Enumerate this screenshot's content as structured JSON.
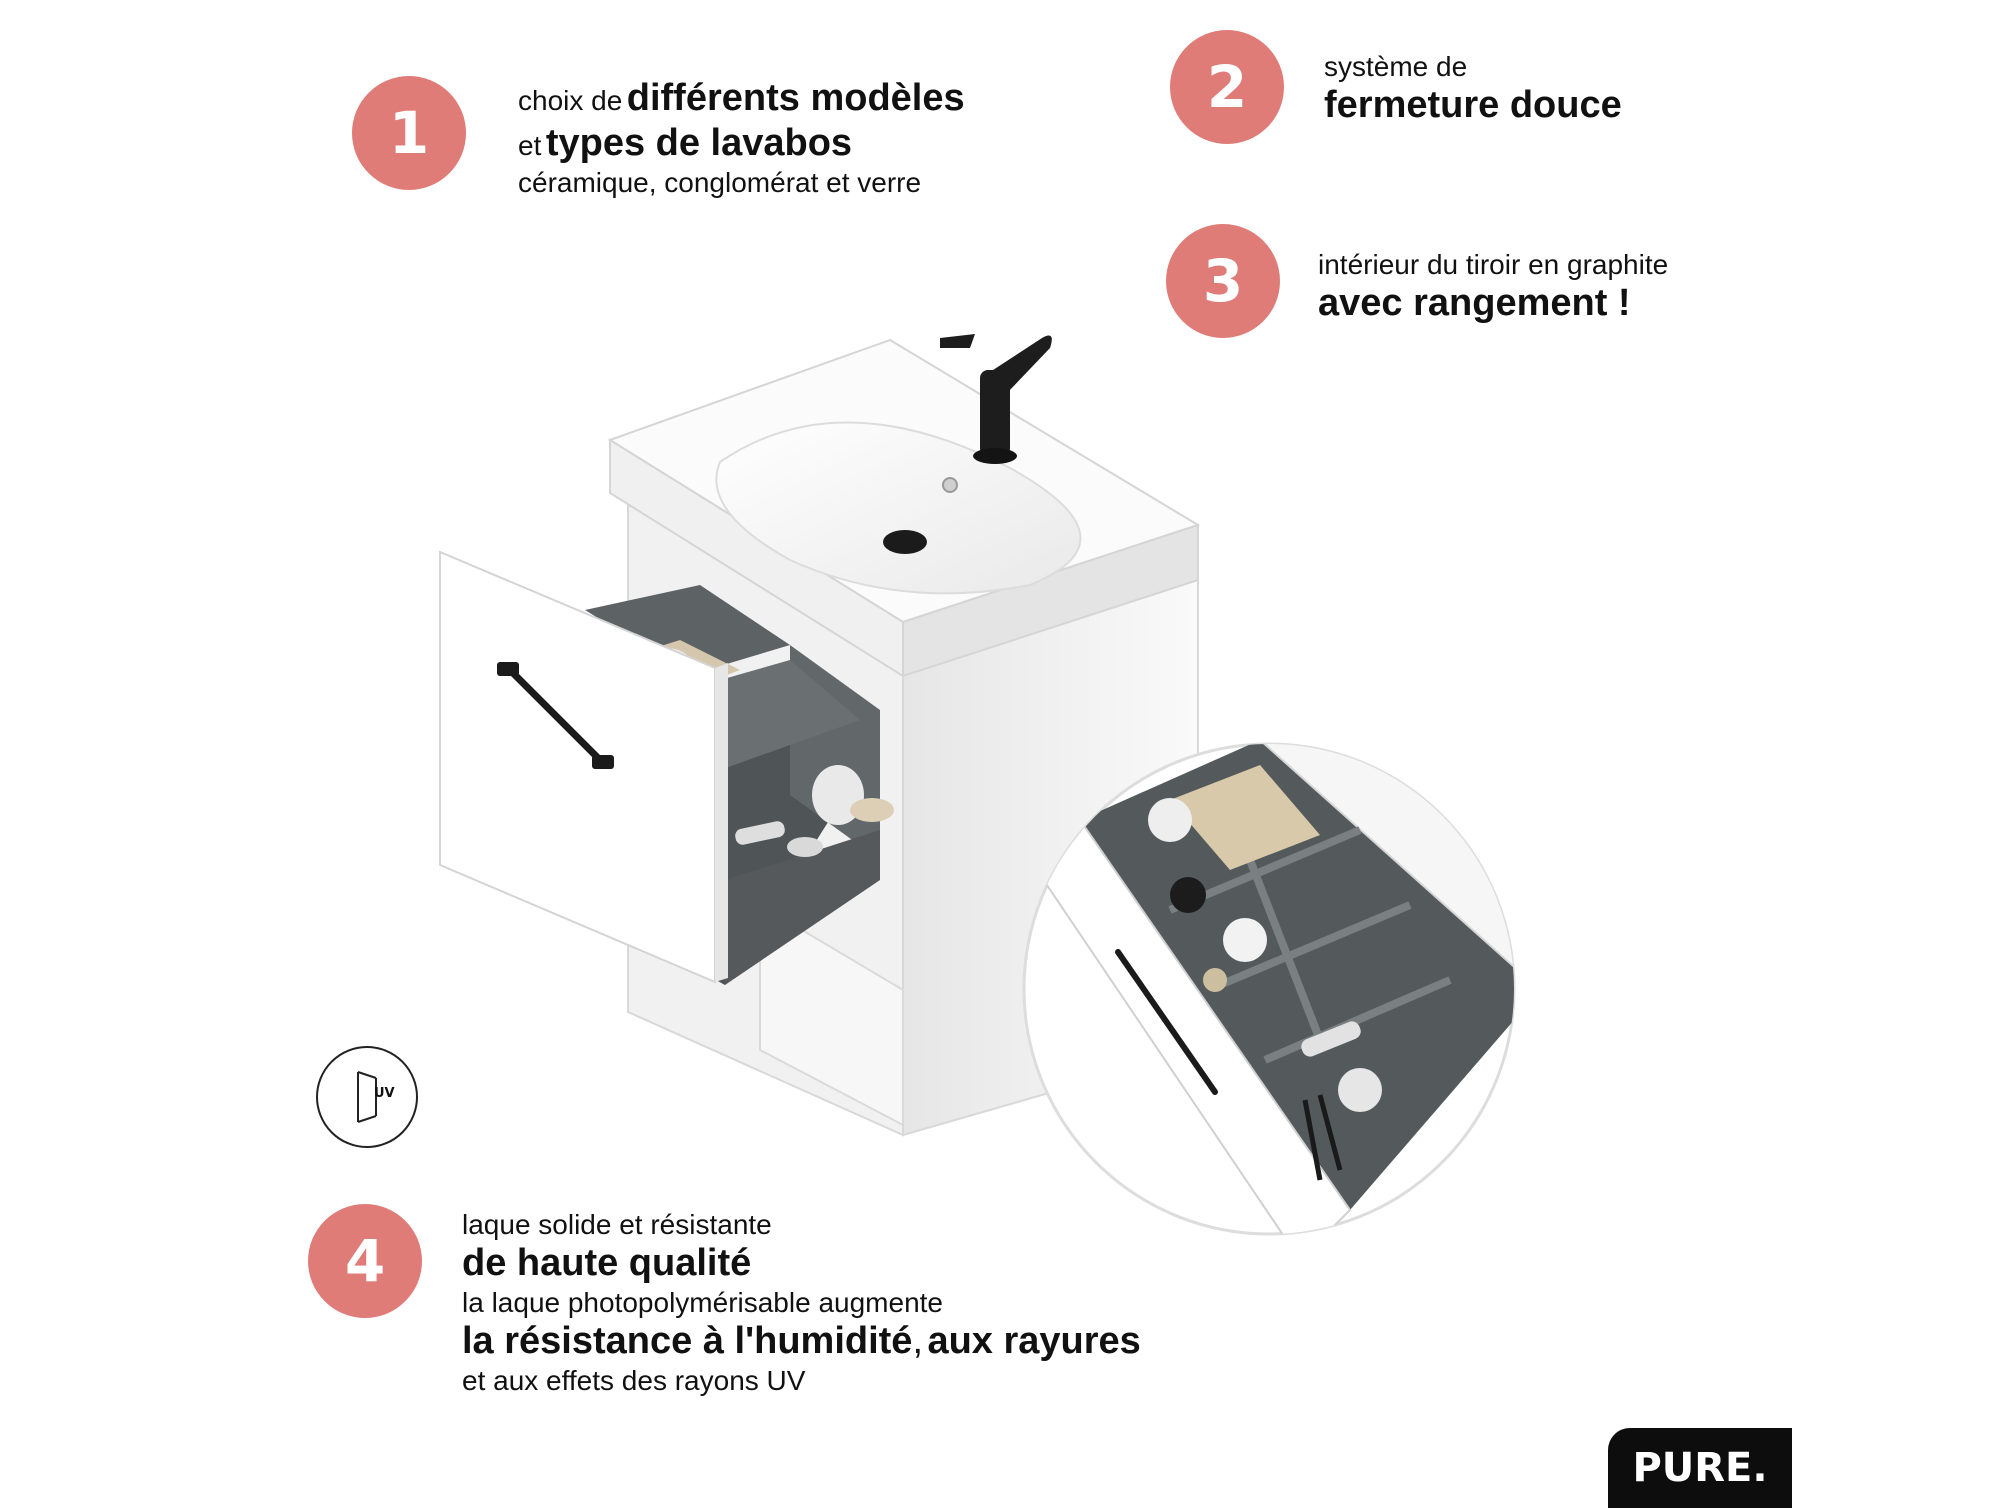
{
  "features": [
    {
      "number": "1",
      "line1_prefix": "choix de",
      "line1_bold": "différents modèles",
      "line2_prefix": "et",
      "line2_bold": "types de lavabos",
      "line3": "céramique, conglomérat et verre"
    },
    {
      "number": "2",
      "line1": "système de",
      "line2_bold": "fermeture douce"
    },
    {
      "number": "3",
      "line1": "intérieur du tiroir en graphite",
      "line2_bold": "avec rangement !"
    },
    {
      "number": "4",
      "line1": "laque solide et résistante",
      "line2_bold": "de haute qualité",
      "line3": "la laque photopolymérisable augmente",
      "line4_bold_a": "la résistance à l'humidité",
      "line4_sep": ",",
      "line4_bold_b": "aux rayures",
      "line5": "et aux effets des rayons UV"
    }
  ],
  "uv_badge_text": "UV",
  "brand": "PURE.",
  "colors": {
    "badge": "#e07c78",
    "drawer_interior": "#555a5c",
    "cabinet": "#f4f4f4",
    "brand_bg": "#0d0d0d"
  }
}
